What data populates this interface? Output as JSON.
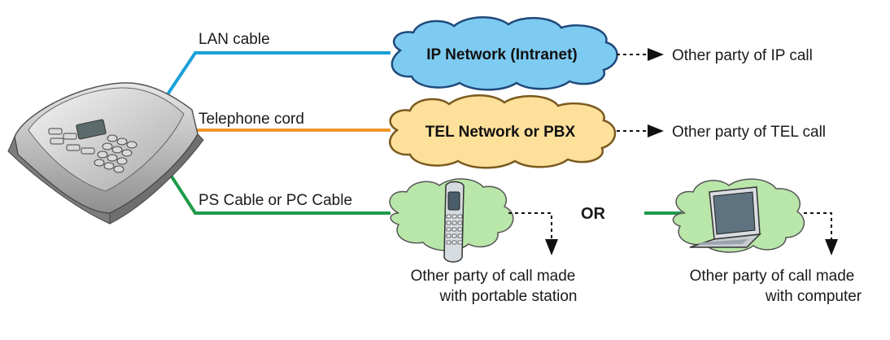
{
  "labels": {
    "lan_cable": "LAN cable",
    "telephone_cord": "Telephone cord",
    "ps_pc_cable": "PS Cable or PC Cable",
    "ip_network": "IP Network (Intranet)",
    "tel_network": "TEL Network or PBX",
    "other_ip": "Other party of IP call",
    "other_tel": "Other party of TEL call",
    "or": "OR",
    "portable_line1": "Other party of call made",
    "portable_line2": "with portable station",
    "computer_line1": "Other party of call made",
    "computer_line2": "with computer"
  },
  "colors": {
    "lan": "#1aa0d8",
    "telephone": "#f0962a",
    "ps_pc": "#1e9a4a",
    "ip_cloud": "#7ecbf2",
    "tel_cloud": "#fde09a",
    "green_cloud": "#b9e6a9"
  },
  "icons": {
    "conference_phone": "conference-phone-icon",
    "portable_station": "portable-handset-icon",
    "computer": "laptop-icon"
  }
}
